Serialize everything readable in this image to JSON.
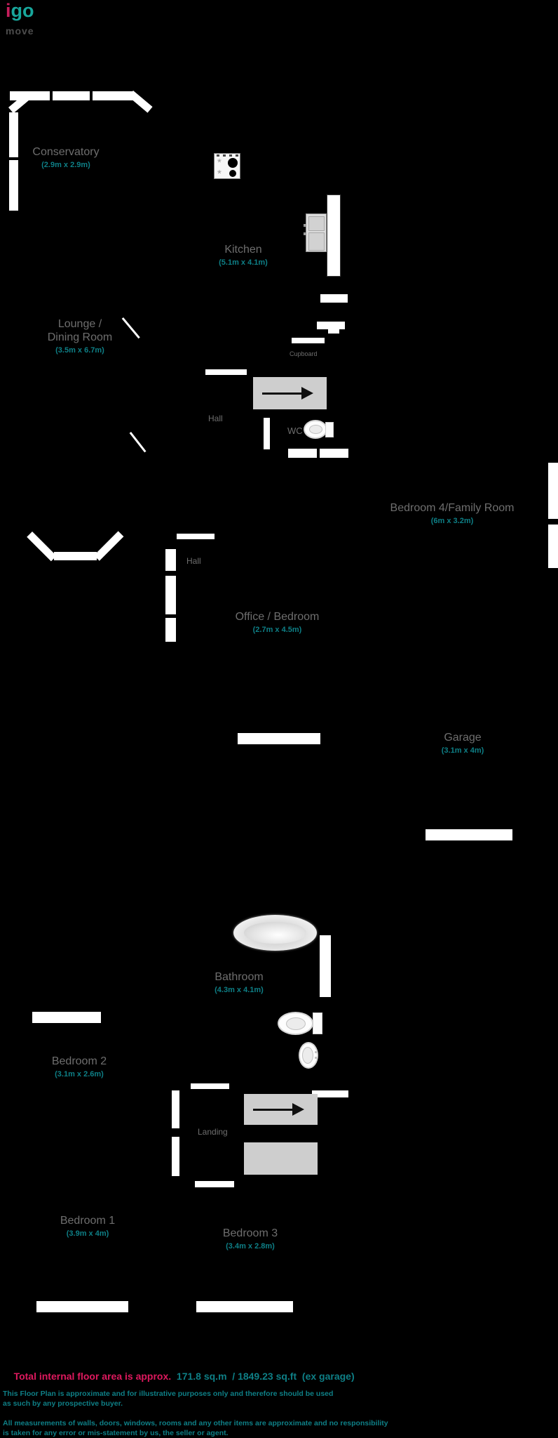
{
  "logo": {
    "part1": "i",
    "part2": "go",
    "subtitle": "move"
  },
  "colors": {
    "background": "#000000",
    "wall_white": "#ffffff",
    "stairs_gray": "#cecece",
    "label_gray": "#6e6e6e",
    "dims_teal": "#0e7f86",
    "brand_pink": "#de195e",
    "brand_teal": "#18a79c"
  },
  "ground_floor": {
    "conservatory": {
      "name": "Conservatory",
      "dims": "(2.9m x 2.9m)"
    },
    "kitchen": {
      "name": "Kitchen",
      "dims": "(5.1m x 4.1m)"
    },
    "lounge": {
      "name_line1": "Lounge /",
      "name_line2": "Dining Room",
      "dims": "(3.5m x 6.7m)"
    },
    "cupboard": {
      "name": "Cupboard"
    },
    "hall": {
      "name": "Hall"
    },
    "wc": {
      "name": "WC"
    },
    "bedroom4": {
      "name": "Bedroom 4/Family Room",
      "dims": "(6m x 3.2m)"
    },
    "hall2": {
      "name": "Hall"
    },
    "office": {
      "name": "Office / Bedroom",
      "dims": "(2.7m x 4.5m)"
    },
    "garage": {
      "name": "Garage",
      "dims": "(3.1m x 4m)"
    }
  },
  "first_floor": {
    "bathroom": {
      "name": "Bathroom",
      "dims": "(4.3m x 4.1m)"
    },
    "bedroom2": {
      "name": "Bedroom 2",
      "dims": "(3.1m x 2.6m)"
    },
    "landing": {
      "name": "Landing"
    },
    "bedroom1": {
      "name": "Bedroom 1",
      "dims": "(3.9m x 4m)"
    },
    "bedroom3": {
      "name": "Bedroom 3",
      "dims": "(3.4m x 2.8m)"
    }
  },
  "footer": {
    "total_label": "Total internal floor area is approx.",
    "total_value": "  171.8 sq.m  / 1849.23 sq.ft  (ex garage)",
    "disclaimer1_line1": "This Floor Plan is approximate and for illustrative purposes only and therefore should be used",
    "disclaimer1_line2": "as such by any prospective buyer.",
    "disclaimer2_line1": "All measurements of walls, doors, windows, rooms and any other items are approximate and no responsibility",
    "disclaimer2_line2": "is taken for any error or mis-statement by us, the seller or agent."
  }
}
